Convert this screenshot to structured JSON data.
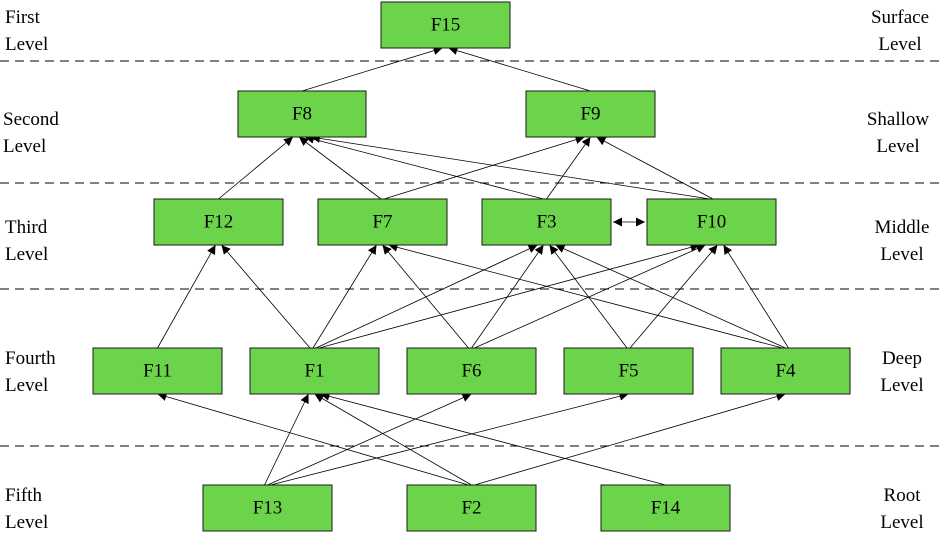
{
  "diagram": {
    "levels": [
      {
        "id": "level1",
        "left": [
          "First",
          "Level"
        ],
        "right": [
          "Surface",
          "Level"
        ]
      },
      {
        "id": "level2",
        "left": [
          "Second",
          "Level"
        ],
        "right": [
          "Shallow",
          "Level"
        ]
      },
      {
        "id": "level3",
        "left": [
          "Third",
          "Level"
        ],
        "right": [
          "Middle",
          "Level"
        ]
      },
      {
        "id": "level4",
        "left": [
          "Fourth",
          "Level"
        ],
        "right": [
          "Deep",
          "Level"
        ]
      },
      {
        "id": "level5",
        "left": [
          "Fifth",
          "Level"
        ],
        "right": [
          "Root",
          "Level"
        ]
      }
    ],
    "nodes": [
      {
        "id": "F15",
        "label": "F15",
        "level": 1
      },
      {
        "id": "F8",
        "label": "F8",
        "level": 2
      },
      {
        "id": "F9",
        "label": "F9",
        "level": 2
      },
      {
        "id": "F12",
        "label": "F12",
        "level": 3
      },
      {
        "id": "F7",
        "label": "F7",
        "level": 3
      },
      {
        "id": "F3",
        "label": "F3",
        "level": 3
      },
      {
        "id": "F10",
        "label": "F10",
        "level": 3
      },
      {
        "id": "F11",
        "label": "F11",
        "level": 4
      },
      {
        "id": "F1",
        "label": "F1",
        "level": 4
      },
      {
        "id": "F6",
        "label": "F6",
        "level": 4
      },
      {
        "id": "F5",
        "label": "F5",
        "level": 4
      },
      {
        "id": "F4",
        "label": "F4",
        "level": 4
      },
      {
        "id": "F13",
        "label": "F13",
        "level": 5
      },
      {
        "id": "F2",
        "label": "F2",
        "level": 5
      },
      {
        "id": "F14",
        "label": "F14",
        "level": 5
      }
    ],
    "edges": [
      {
        "from": "F8",
        "to": "F15"
      },
      {
        "from": "F9",
        "to": "F15"
      },
      {
        "from": "F12",
        "to": "F8"
      },
      {
        "from": "F7",
        "to": "F8"
      },
      {
        "from": "F3",
        "to": "F8"
      },
      {
        "from": "F10",
        "to": "F8"
      },
      {
        "from": "F7",
        "to": "F9"
      },
      {
        "from": "F3",
        "to": "F9"
      },
      {
        "from": "F10",
        "to": "F9"
      },
      {
        "from": "F3",
        "to": "F10",
        "bidirectional": true
      },
      {
        "from": "F11",
        "to": "F12"
      },
      {
        "from": "F1",
        "to": "F12"
      },
      {
        "from": "F1",
        "to": "F7"
      },
      {
        "from": "F6",
        "to": "F7"
      },
      {
        "from": "F4",
        "to": "F7"
      },
      {
        "from": "F1",
        "to": "F3"
      },
      {
        "from": "F6",
        "to": "F3"
      },
      {
        "from": "F5",
        "to": "F3"
      },
      {
        "from": "F4",
        "to": "F3"
      },
      {
        "from": "F1",
        "to": "F10"
      },
      {
        "from": "F6",
        "to": "F10"
      },
      {
        "from": "F5",
        "to": "F10"
      },
      {
        "from": "F4",
        "to": "F10"
      },
      {
        "from": "F2",
        "to": "F11"
      },
      {
        "from": "F13",
        "to": "F1"
      },
      {
        "from": "F2",
        "to": "F1"
      },
      {
        "from": "F14",
        "to": "F1"
      },
      {
        "from": "F13",
        "to": "F6"
      },
      {
        "from": "F13",
        "to": "F5"
      },
      {
        "from": "F2",
        "to": "F4"
      }
    ]
  }
}
